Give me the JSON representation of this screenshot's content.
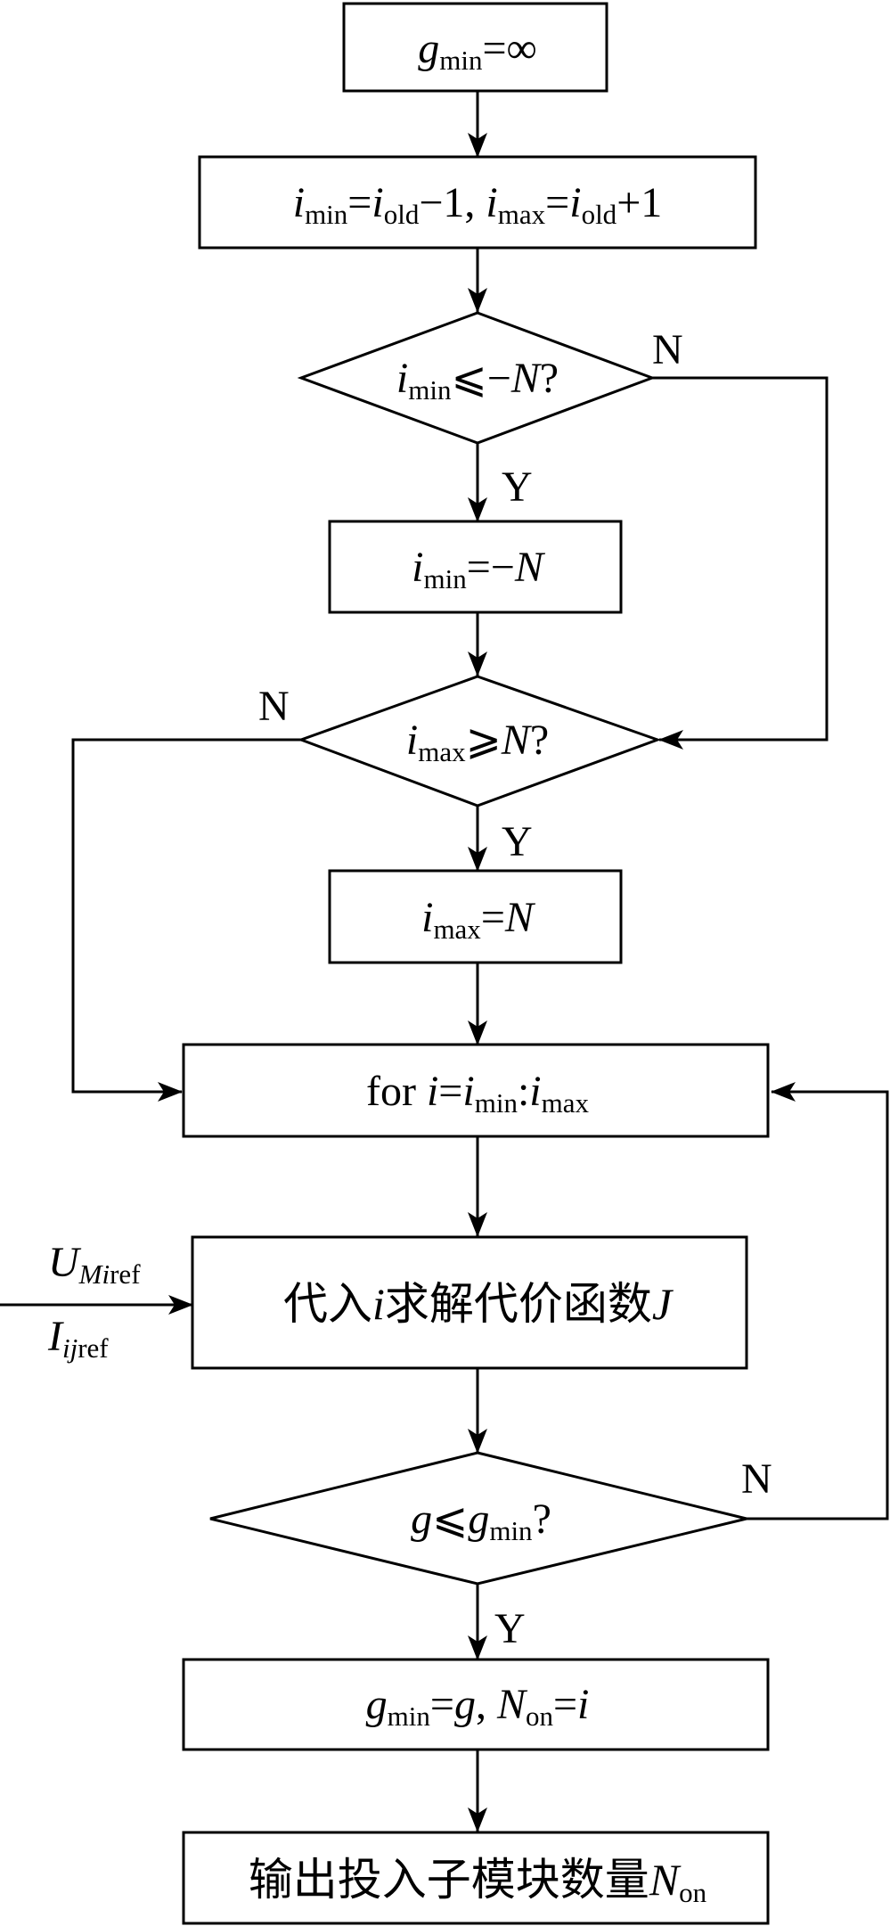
{
  "flowchart": {
    "yes_label": "Y",
    "no_label": "N",
    "nodes": {
      "init_gmin": {
        "var": "g",
        "sub": "min",
        "rest": "=∞"
      },
      "init_range": {
        "a": "i",
        "a_sub": "min",
        "eq1": "=",
        "b": "i",
        "b_sub": "old",
        "tail1": "−1, ",
        "c": "i",
        "c_sub": "max",
        "eq2": "=",
        "d": "i",
        "d_sub": "old",
        "tail2": "+1"
      },
      "check_min": {
        "var": "i",
        "sub": "min",
        "op": "⩽−",
        "n": "N",
        "q": "?"
      },
      "set_min": {
        "var": "i",
        "sub": "min",
        "op": "=−",
        "n": "N"
      },
      "check_max": {
        "var": "i",
        "sub": "max",
        "op": "⩾",
        "n": "N",
        "q": "?"
      },
      "set_max": {
        "var": "i",
        "sub": "max",
        "op": "=",
        "n": "N"
      },
      "for_loop": {
        "kw": "for ",
        "var": "i",
        "eq": "=",
        "a": "i",
        "a_sub": "min",
        "colon": ":",
        "b": "i",
        "b_sub": "max"
      },
      "compute_cost": {
        "pre": "代入",
        "var": "i",
        "post": "求解代价函数",
        "fn": "J"
      },
      "input_u": {
        "var": "U",
        "sub_it": "Mi",
        "sub": "ref"
      },
      "input_i": {
        "var": "I",
        "sub_it": "ij",
        "sub": "ref"
      },
      "check_g": {
        "var": "g",
        "op": "⩽",
        "var2": "g",
        "sub": "min",
        "q": "?"
      },
      "update": {
        "a": "g",
        "a_sub": "min",
        "eq1": "=",
        "b": "g",
        "sep": ", ",
        "c": "N",
        "c_sub": "on",
        "eq2": "=",
        "d": "i"
      },
      "output": {
        "text": "输出投入子模块数量",
        "var": "N",
        "sub": "on"
      }
    }
  }
}
